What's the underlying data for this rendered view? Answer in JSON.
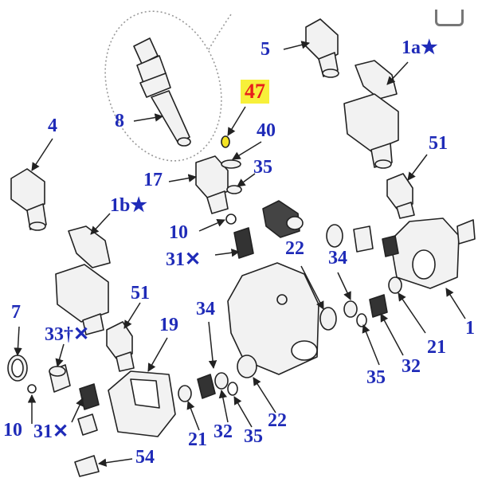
{
  "diagram": {
    "callouts": [
      {
        "id": "c5",
        "text": "5"
      },
      {
        "id": "c1a",
        "text": "1a",
        "symbol": "★"
      },
      {
        "id": "c47",
        "text": "47",
        "highlight": true
      },
      {
        "id": "c8",
        "text": "8"
      },
      {
        "id": "c40",
        "text": "40"
      },
      {
        "id": "c4",
        "text": "4"
      },
      {
        "id": "c35a",
        "text": "35"
      },
      {
        "id": "c17",
        "text": "17"
      },
      {
        "id": "c51a",
        "text": "51"
      },
      {
        "id": "c1b",
        "text": "1b",
        "symbol": "★"
      },
      {
        "id": "c10a",
        "text": "10"
      },
      {
        "id": "c31a",
        "text": "31",
        "symbol": "✕"
      },
      {
        "id": "c22a",
        "text": "22"
      },
      {
        "id": "c34a",
        "text": "34"
      },
      {
        "id": "c51b",
        "text": "51"
      },
      {
        "id": "c7",
        "text": "7"
      },
      {
        "id": "c34b",
        "text": "34"
      },
      {
        "id": "c19",
        "text": "19"
      },
      {
        "id": "c33",
        "text": "33†",
        "symbol": "✕"
      },
      {
        "id": "c1c",
        "text": "1"
      },
      {
        "id": "c21a",
        "text": "21"
      },
      {
        "id": "c32a",
        "text": "32"
      },
      {
        "id": "c35b",
        "text": "35"
      },
      {
        "id": "c22b",
        "text": "22"
      },
      {
        "id": "c21b",
        "text": "21"
      },
      {
        "id": "c32b",
        "text": "32"
      },
      {
        "id": "c35c",
        "text": "35"
      },
      {
        "id": "c10b",
        "text": "10"
      },
      {
        "id": "c31b",
        "text": "31",
        "symbol": "✕"
      },
      {
        "id": "c54",
        "text": "54"
      }
    ],
    "colors": {
      "label": "#1f2bb8",
      "highlight_text": "#e8201c",
      "highlight_bg": "#f7f03a",
      "line": "#222222"
    }
  }
}
